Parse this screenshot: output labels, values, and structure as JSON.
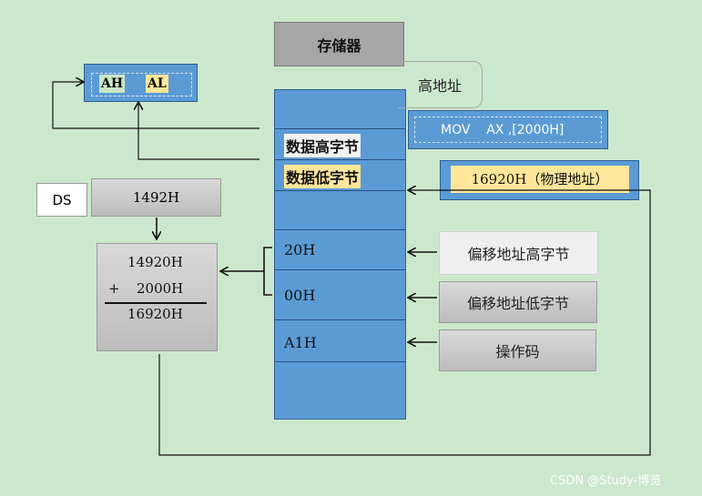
{
  "memory": {
    "title": "存储器",
    "cells": {
      "high_byte": "数据高字节",
      "low_byte": "数据低字节",
      "v20": "20H",
      "v00": "00H",
      "va1": "A1H"
    }
  },
  "register": {
    "ah": "AH",
    "al": "AL"
  },
  "callout": "高地址",
  "instruction": "MOV    AX ,[2000H]",
  "physical_address": "16920H（物理地址）",
  "ds": {
    "label": "DS",
    "value": "1492H"
  },
  "calc": {
    "line1": "14920H",
    "plus": "+",
    "line2": "2000H",
    "result": "16920H"
  },
  "right_labels": {
    "offset_high": "偏移地址高字节",
    "offset_low": "偏移地址低字节",
    "opcode": "操作码"
  },
  "watermark": "CSDN @Study-博览"
}
